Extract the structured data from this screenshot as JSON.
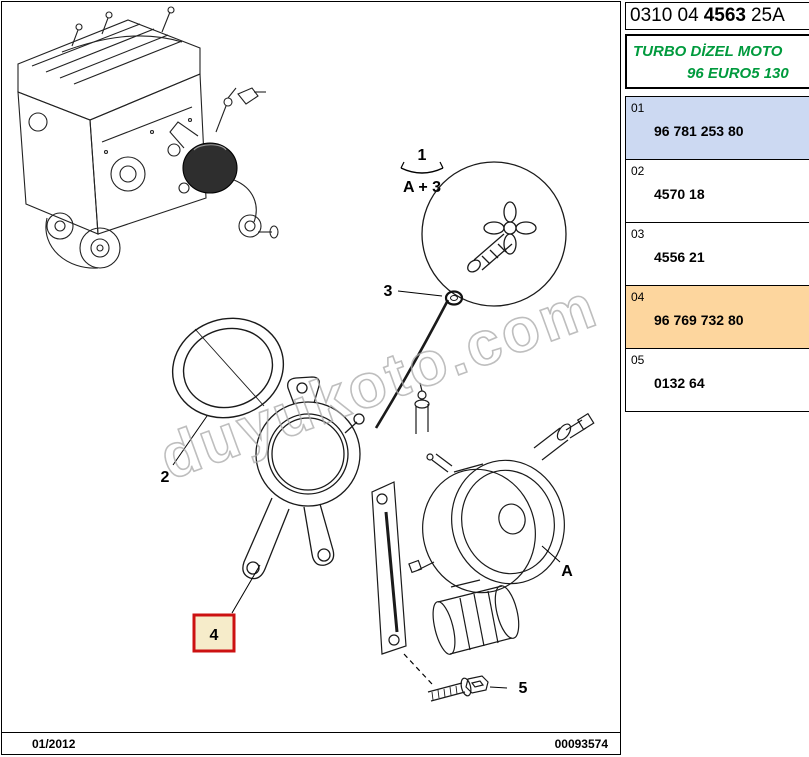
{
  "header": {
    "code_prefix": "0310 04",
    "code_bold": "4563",
    "code_suffix": "25A"
  },
  "subtitle": {
    "line1": "TURBO DİZEL MOTO",
    "line2": "96 EURO5 130"
  },
  "parts_table": {
    "rows": [
      {
        "index": "01",
        "part_number": "96 781 253 80",
        "highlight": "blue"
      },
      {
        "index": "02",
        "part_number": "4570 18",
        "highlight": "none"
      },
      {
        "index": "03",
        "part_number": "4556 21",
        "highlight": "none"
      },
      {
        "index": "04",
        "part_number": "96 769 732 80",
        "highlight": "orange"
      },
      {
        "index": "05",
        "part_number": "0132 64",
        "highlight": "none"
      }
    ]
  },
  "diagram": {
    "callouts": {
      "label_1": "1",
      "label_1_sub": "A + 3",
      "label_2": "2",
      "label_3": "3",
      "label_4": "4",
      "label_5": "5",
      "label_a": "A"
    },
    "watermark": "duyukoto.com"
  },
  "footer": {
    "date": "01/2012",
    "doc_number": "00093574"
  },
  "colors": {
    "blue": "#ccd9f2",
    "orange": "#fdd69e",
    "green_text": "#009a3d",
    "highlight_box_fill": "#f6ecca",
    "highlight_box_border": "#cc1111",
    "watermark": "#a9a9a9"
  }
}
